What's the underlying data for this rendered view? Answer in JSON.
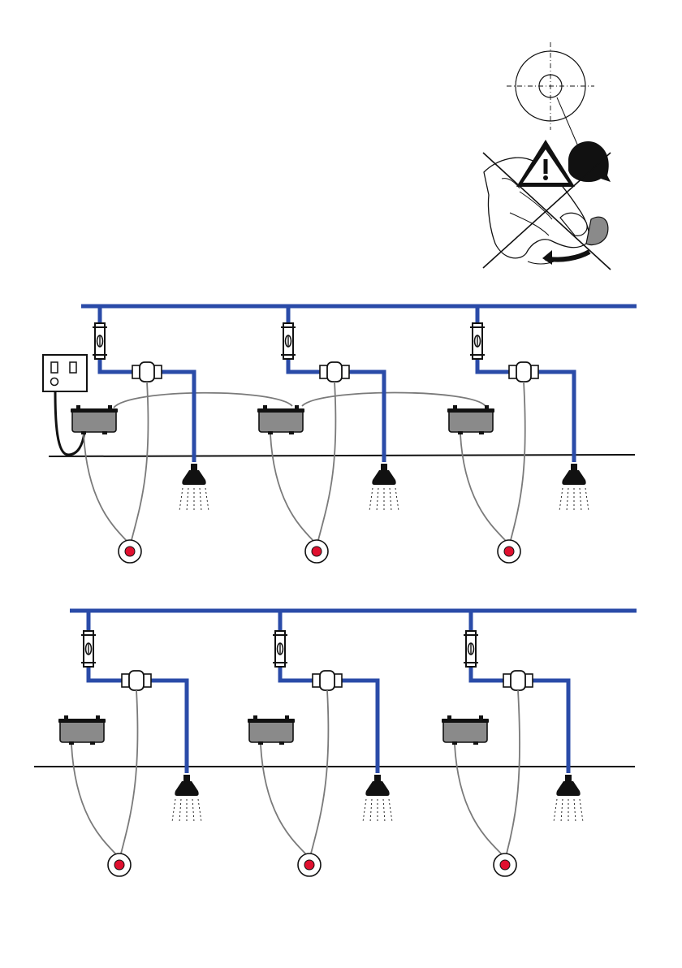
{
  "figure": {
    "caution_icon": "warning-triangle-icon",
    "prohibition_icon": "prohibition-cross-icon",
    "button_icon": "push-button-icon"
  },
  "colors": {
    "water_pipe": "#2a4ba8",
    "cable": "#7a7a7a",
    "black": "#111111",
    "unit_fill": "#8a8a8a",
    "button_red": "#e0102f",
    "background": "#ffffff"
  },
  "diagrams": [
    {
      "id": "networked",
      "units": 3,
      "mains_powered": true,
      "units_linked": true
    },
    {
      "id": "standalone",
      "units": 3,
      "mains_powered": false,
      "units_linked": false
    }
  ]
}
